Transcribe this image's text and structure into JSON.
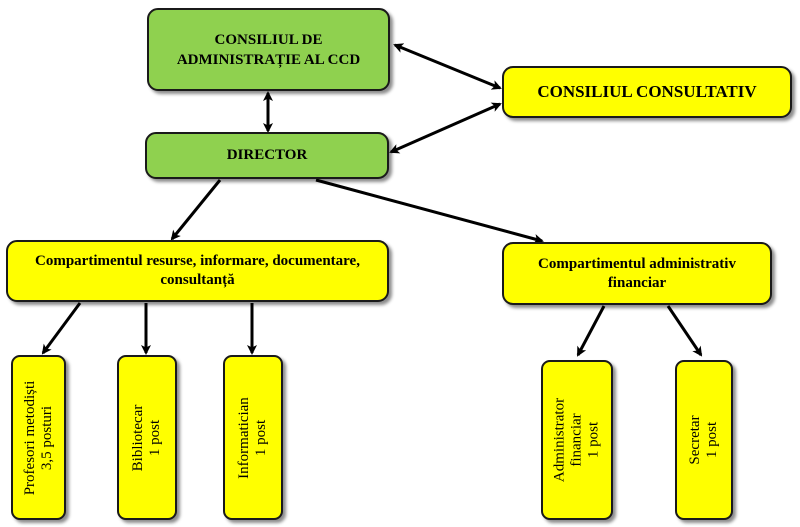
{
  "colors": {
    "green": "#8fd14f",
    "yellow": "#ffff00",
    "border": "#1a1a1a"
  },
  "nodes": {
    "council": {
      "lines": [
        "CONSILIUL DE",
        "ADMINISTRAȚIE AL CCD"
      ]
    },
    "advisory": {
      "label": "CONSILIUL CONSULTATIV"
    },
    "director": {
      "label": "DIRECTOR"
    },
    "resources_dept": {
      "lines": [
        "Compartimentul resurse, informare, documentare,",
        "consultanță"
      ]
    },
    "admin_dept": {
      "lines": [
        "Compartimentul administrativ",
        "financiar"
      ]
    },
    "methodists": {
      "lines": [
        "Profesori metodiști",
        "3,5 posturi"
      ]
    },
    "librarian": {
      "lines": [
        "Bibliotecar",
        "1 post"
      ]
    },
    "it_specialist": {
      "lines": [
        "Informatician",
        "1 post"
      ]
    },
    "financial_admin": {
      "lines": [
        "Administrator",
        "financiar",
        "1 post"
      ]
    },
    "secretary": {
      "lines": [
        "Secretar",
        "1 post"
      ]
    }
  }
}
